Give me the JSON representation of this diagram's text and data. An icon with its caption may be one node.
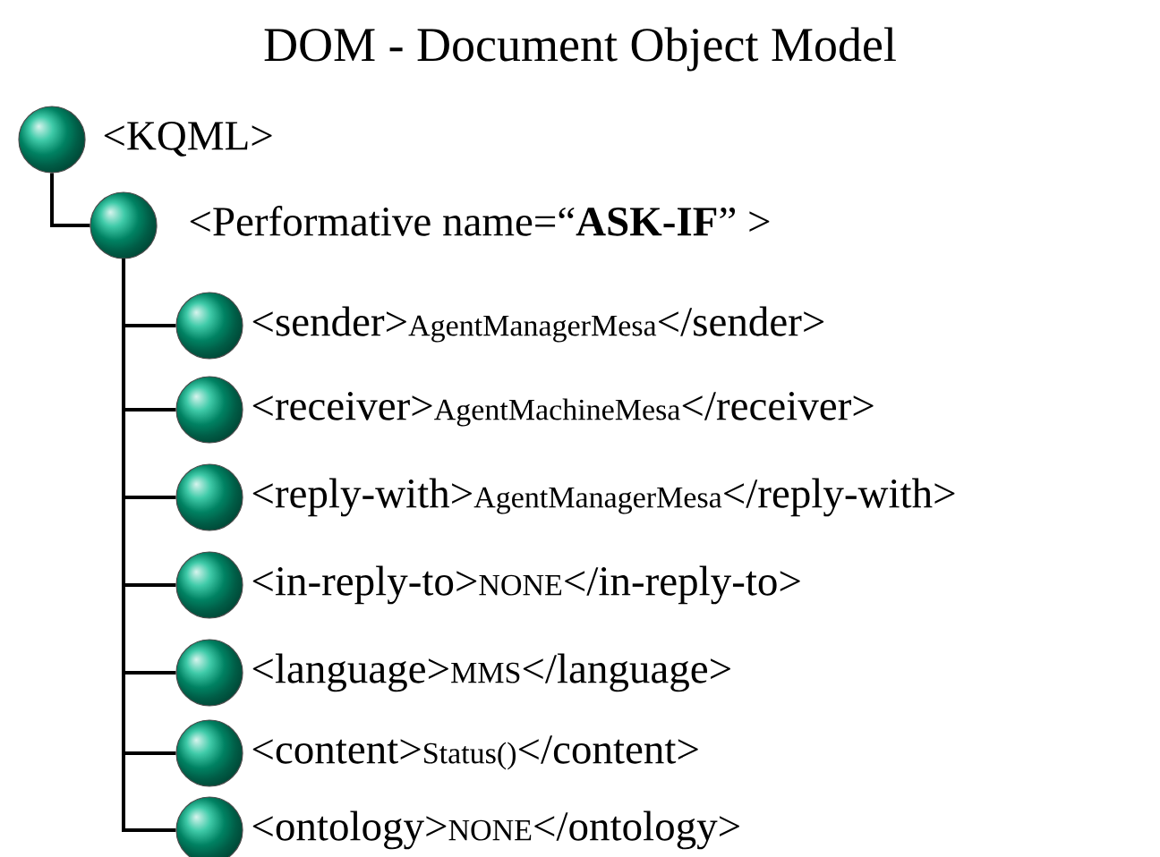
{
  "diagram": {
    "title": "DOM - Document Object Model",
    "nodes": [
      {
        "text": [],
        "shape": "circle",
        "beside": [
          "<KQML>"
        ]
      },
      {
        "text": [],
        "shape": "circle",
        "beside": [
          "<Performative name=“**ASK-IF**” >"
        ]
      },
      {
        "text": [],
        "shape": "circle",
        "beside": [
          "<sender>",
          "AgentManagerMesa",
          "</sender>"
        ]
      },
      {
        "text": [],
        "shape": "circle",
        "beside": [
          "<receiver>",
          "AgentMachineMesa",
          "</receiver>"
        ]
      },
      {
        "text": [],
        "shape": "circle",
        "beside": [
          "<reply-with>",
          "AgentManagerMesa",
          "</reply-with>"
        ]
      },
      {
        "text": [],
        "shape": "circle",
        "beside": [
          "<in-reply-to>",
          "NONE",
          "</in-reply-to>"
        ]
      },
      {
        "text": [],
        "shape": "circle",
        "beside": [
          "<language>",
          "MMS",
          "</language>"
        ]
      },
      {
        "text": [],
        "shape": "circle",
        "beside": [
          "<content>",
          "Status()",
          "</content>"
        ]
      },
      {
        "text": [],
        "shape": "circle",
        "beside": [
          "<ontology>",
          "NONE",
          "</ontology>"
        ]
      }
    ],
    "edges": [
      {
        "from": 0,
        "to": 1,
        "arrow": "none"
      },
      {
        "from": 1,
        "to": 2,
        "arrow": "none"
      },
      {
        "from": 1,
        "to": 3,
        "arrow": "none"
      },
      {
        "from": 1,
        "to": 4,
        "arrow": "none"
      },
      {
        "from": 1,
        "to": 5,
        "arrow": "none"
      },
      {
        "from": 1,
        "to": 6,
        "arrow": "none"
      },
      {
        "from": 1,
        "to": 7,
        "arrow": "none"
      },
      {
        "from": 1,
        "to": 8,
        "arrow": "none"
      }
    ]
  }
}
